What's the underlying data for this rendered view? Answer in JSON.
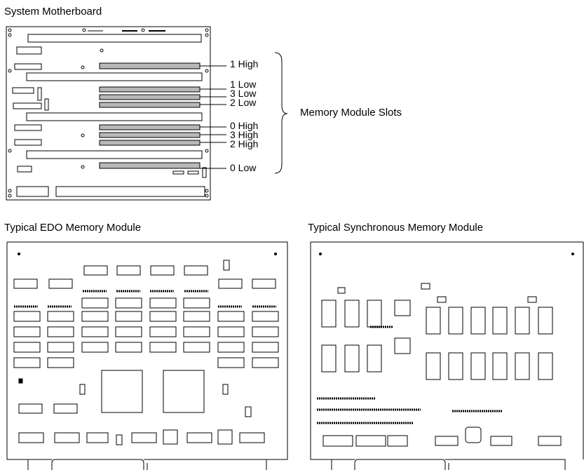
{
  "titles": {
    "motherboard": "System Motherboard",
    "edo": "Typical EDO Memory Module",
    "sync": "Typical Synchronous Memory Module"
  },
  "memory_slots": {
    "group_label": "Memory Module Slots",
    "slots": [
      {
        "label": "1 High"
      },
      {
        "label": "1 Low"
      },
      {
        "label": "3 Low"
      },
      {
        "label": "2 Low"
      },
      {
        "label": "0 High"
      },
      {
        "label": "3 High"
      },
      {
        "label": "2 High"
      },
      {
        "label": "0 Low"
      }
    ]
  },
  "colors": {
    "slot_fill": "#b8b8b8",
    "line": "#000000",
    "background": "#ffffff"
  }
}
